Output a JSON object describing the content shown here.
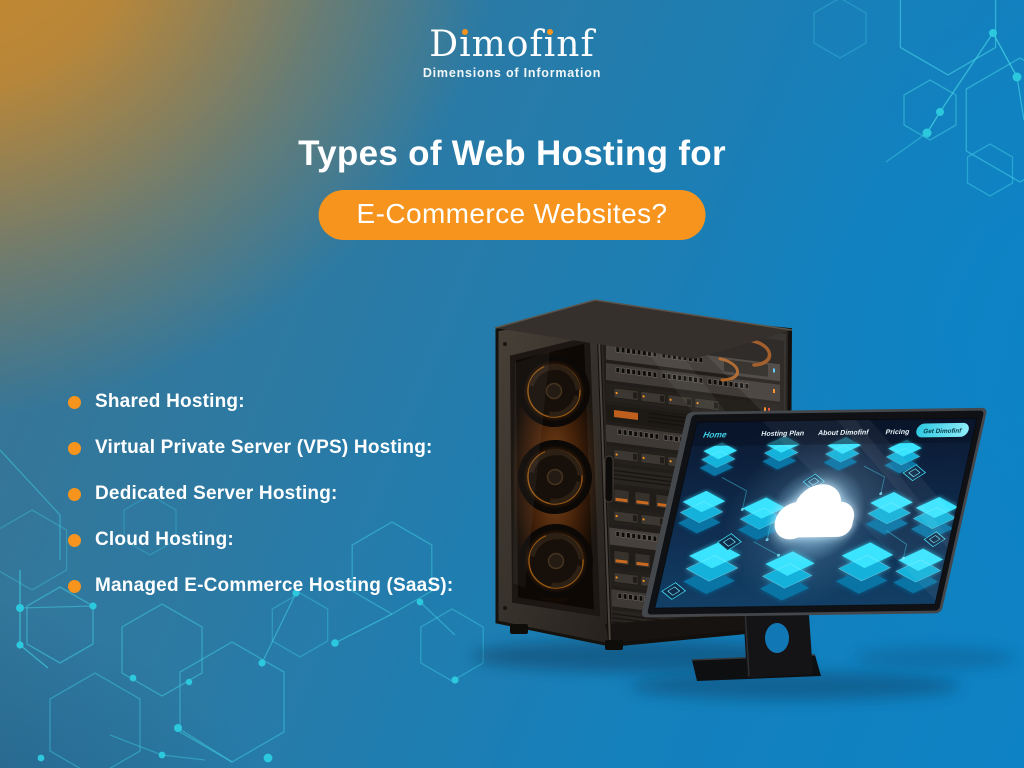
{
  "colors": {
    "accent": "#F7941D",
    "hex_lines": "#3FCDE0",
    "bg_top_left": "#C8872A",
    "bg_blue": "#1180BF"
  },
  "brand": {
    "logo_text": "Dimofinf",
    "logo_parts": [
      "D",
      "ı",
      "mof",
      "ı",
      "nf"
    ],
    "tagline": "Dimensions of Information"
  },
  "title": {
    "line": "Types of Web Hosting for",
    "badge": "E-Commerce Websites?"
  },
  "hosting_types": [
    "Shared Hosting:",
    "Virtual Private Server (VPS) Hosting:",
    "Dedicated Server Hosting:",
    "Cloud Hosting:",
    "Managed E-Commerce Hosting (SaaS):"
  ],
  "monitor": {
    "nav_logo": "Home",
    "nav_items": [
      "Hosting Plan",
      "About Dimofinf",
      "Pricing"
    ],
    "cta_label": "Get Dimofinf"
  }
}
